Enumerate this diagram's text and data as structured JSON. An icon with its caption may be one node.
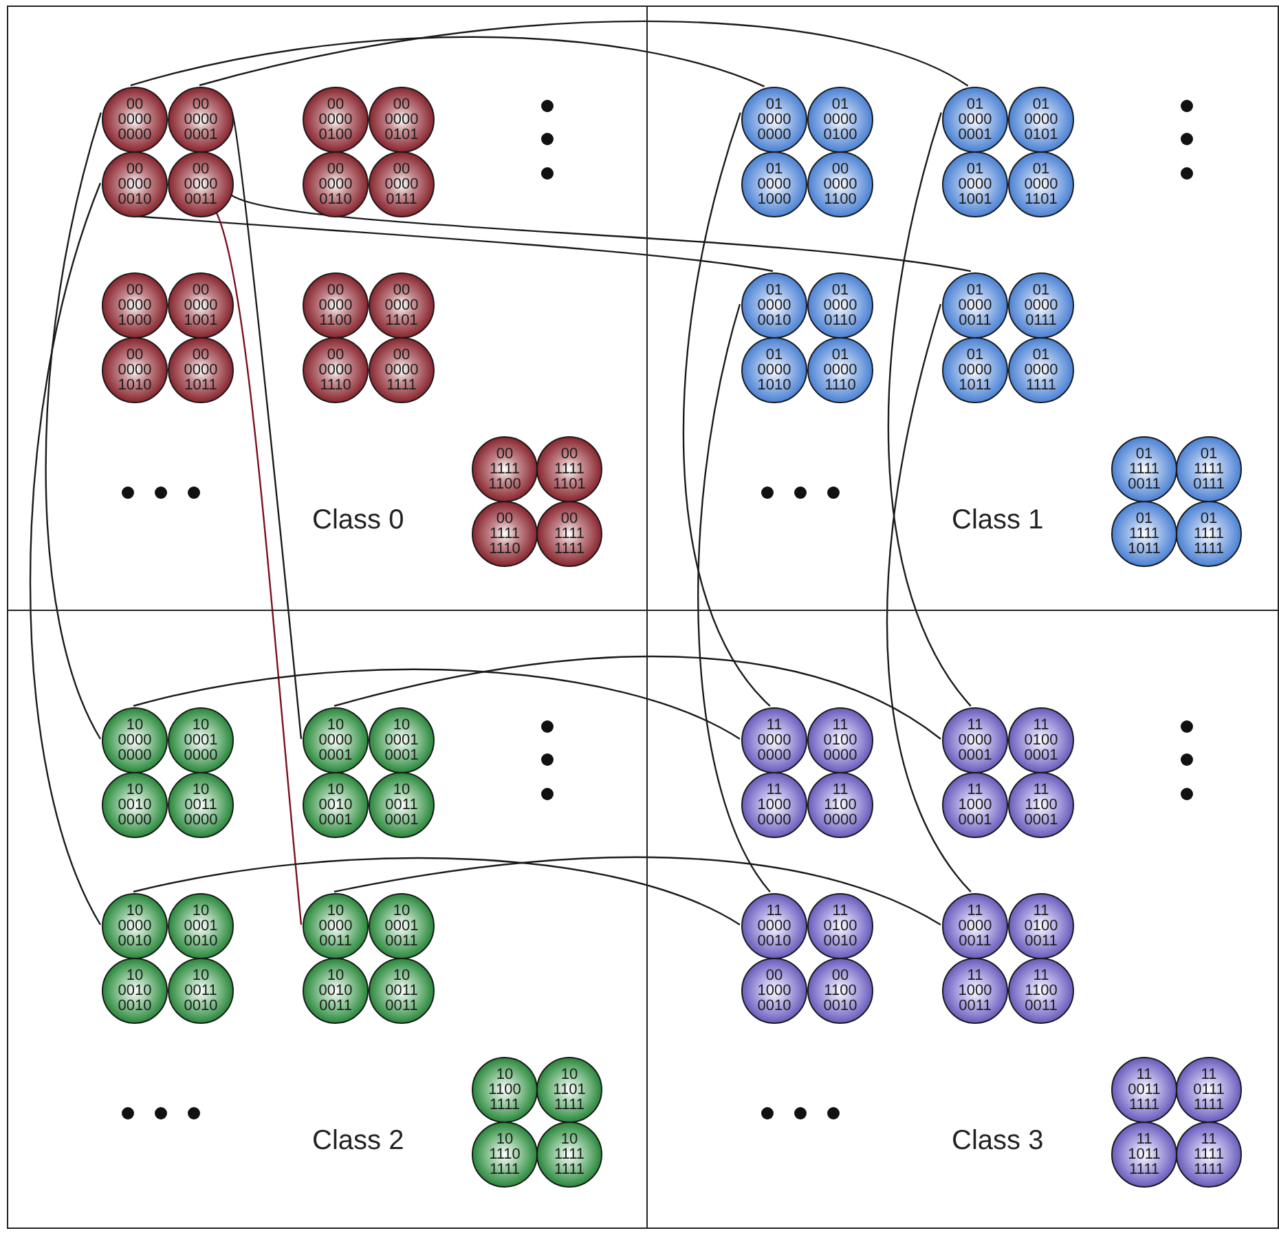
{
  "diagram": {
    "nodes": [
      {
        "text": [
          "Class 0"
        ]
      },
      {
        "text": [
          "00 0000 0000"
        ],
        "in": 0
      },
      {
        "text": [
          "00 0000 0001"
        ],
        "in": 0
      },
      {
        "text": [
          "00 0000 0010"
        ],
        "in": 0
      },
      {
        "text": [
          "00 0000 0011"
        ],
        "in": 0
      },
      {
        "text": [
          "00 0000 0100"
        ],
        "in": 0
      },
      {
        "text": [
          "00 0000 0101"
        ],
        "in": 0
      },
      {
        "text": [
          "00 0000 0110"
        ],
        "in": 0
      },
      {
        "text": [
          "00 0000 0111"
        ],
        "in": 0
      },
      {
        "text": [
          "00 0000 1000"
        ],
        "in": 0
      },
      {
        "text": [
          "00 0000 1001"
        ],
        "in": 0
      },
      {
        "text": [
          "00 0000 1010"
        ],
        "in": 0
      },
      {
        "text": [
          "00 0000 1011"
        ],
        "in": 0
      },
      {
        "text": [
          "00 0000 1100"
        ],
        "in": 0
      },
      {
        "text": [
          "00 0000 1101"
        ],
        "in": 0
      },
      {
        "text": [
          "00 0000 1110"
        ],
        "in": 0
      },
      {
        "text": [
          "00 0000 1111"
        ],
        "in": 0
      },
      {
        "text": [
          "00 1111 1100"
        ],
        "in": 0
      },
      {
        "text": [
          "00 1111 1101"
        ],
        "in": 0
      },
      {
        "text": [
          "00 1111 1110"
        ],
        "in": 0
      },
      {
        "text": [
          "00 1111 1111"
        ],
        "in": 0
      },
      {
        "text": [
          "Class 1"
        ]
      },
      {
        "text": [
          "01 0000 0000"
        ],
        "in": 21
      },
      {
        "text": [
          "01 0000 0100"
        ],
        "in": 21
      },
      {
        "text": [
          "01 0000 1000"
        ],
        "in": 21
      },
      {
        "text": [
          "00 0000 1100"
        ],
        "in": 21
      },
      {
        "text": [
          "01 0000 0001"
        ],
        "in": 21
      },
      {
        "text": [
          "01 0000 0101"
        ],
        "in": 21
      },
      {
        "text": [
          "01 0000 1001"
        ],
        "in": 21
      },
      {
        "text": [
          "01 0000 1101"
        ],
        "in": 21
      },
      {
        "text": [
          "01 0000 0010"
        ],
        "in": 21
      },
      {
        "text": [
          "01 0000 0110"
        ],
        "in": 21
      },
      {
        "text": [
          "01 0000 1010"
        ],
        "in": 21
      },
      {
        "text": [
          "01 0000 1110"
        ],
        "in": 21
      },
      {
        "text": [
          "01 0000 0011"
        ],
        "in": 21
      },
      {
        "text": [
          "01 0000 0111"
        ],
        "in": 21
      },
      {
        "text": [
          "01 0000 1011"
        ],
        "in": 21
      },
      {
        "text": [
          "01 0000 1111"
        ],
        "in": 21
      },
      {
        "text": [
          "01 1111 0011"
        ],
        "in": 21
      },
      {
        "text": [
          "01 1111 0111"
        ],
        "in": 21
      },
      {
        "text": [
          "01 1111 1011"
        ],
        "in": 21
      },
      {
        "text": [
          "01 1111 1111"
        ],
        "in": 21
      },
      {
        "text": [
          "Class 2"
        ]
      },
      {
        "text": [
          "10 0000 0000"
        ],
        "in": 42
      },
      {
        "text": [
          "10 0001 0000"
        ],
        "in": 42
      },
      {
        "text": [
          "10 0010 0000"
        ],
        "in": 42
      },
      {
        "text": [
          "10 0011 0000"
        ],
        "in": 42
      },
      {
        "text": [
          "10 0000 0001"
        ],
        "in": 42
      },
      {
        "text": [
          "10 0001 0001"
        ],
        "in": 42
      },
      {
        "text": [
          "10 0010 0001"
        ],
        "in": 42
      },
      {
        "text": [
          "10 0011 0001"
        ],
        "in": 42
      },
      {
        "text": [
          "10 0000 0010"
        ],
        "in": 42
      },
      {
        "text": [
          "10 0001 0010"
        ],
        "in": 42
      },
      {
        "text": [
          "10 0010 0010"
        ],
        "in": 42
      },
      {
        "text": [
          "10 0011 0010"
        ],
        "in": 42
      },
      {
        "text": [
          "10 0000 0011"
        ],
        "in": 42
      },
      {
        "text": [
          "10 0001 0011"
        ],
        "in": 42
      },
      {
        "text": [
          "10 0010 0011"
        ],
        "in": 42
      },
      {
        "text": [
          "10 0011 0011"
        ],
        "in": 42
      },
      {
        "text": [
          "10 1100 1111"
        ],
        "in": 42
      },
      {
        "text": [
          "10 1101 1111"
        ],
        "in": 42
      },
      {
        "text": [
          "10 1110 1111"
        ],
        "in": 42
      },
      {
        "text": [
          "10 1111 1111"
        ],
        "in": 42
      },
      {
        "text": [
          "Class 3"
        ]
      },
      {
        "text": [
          "11 0000 0000"
        ],
        "in": 63
      },
      {
        "text": [
          "11 0100 0000"
        ],
        "in": 63
      },
      {
        "text": [
          "11 1000 0000"
        ],
        "in": 63
      },
      {
        "text": [
          "11 1100 0000"
        ],
        "in": 63
      },
      {
        "text": [
          "11 0000 0001"
        ],
        "in": 63
      },
      {
        "text": [
          "11 0100 0001"
        ],
        "in": 63
      },
      {
        "text": [
          "11 1000 0001"
        ],
        "in": 63
      },
      {
        "text": [
          "11 1100 0001"
        ],
        "in": 63
      },
      {
        "text": [
          "11 0000 0010"
        ],
        "in": 63
      },
      {
        "text": [
          "11 0100 0010"
        ],
        "in": 63
      },
      {
        "text": [
          "00 1000 0010"
        ],
        "in": 63
      },
      {
        "text": [
          "00 1100 0010"
        ],
        "in": 63
      },
      {
        "text": [
          "11 0000 0011"
        ],
        "in": 63
      },
      {
        "text": [
          "11 0100 0011"
        ],
        "in": 63
      },
      {
        "text": [
          "11 1000 0011"
        ],
        "in": 63
      },
      {
        "text": [
          "11 1100 0011"
        ],
        "in": 63
      },
      {
        "text": [
          "11 0011 1111"
        ],
        "in": 63
      },
      {
        "text": [
          "11 0111 1111"
        ],
        "in": 63
      },
      {
        "text": [
          "11 1011 1111"
        ],
        "in": 63
      },
      {
        "text": [
          "11 1111 1111"
        ],
        "in": 63
      }
    ],
    "edges": [
      {
        "from": 1,
        "to": 22,
        "arrow": "none"
      },
      {
        "from": 2,
        "to": 26,
        "arrow": "none"
      },
      {
        "from": 3,
        "to": 30,
        "arrow": "none"
      },
      {
        "from": 4,
        "to": 34,
        "arrow": "none"
      },
      {
        "from": 1,
        "to": 43,
        "arrow": "none"
      },
      {
        "from": 3,
        "to": 51,
        "arrow": "none"
      },
      {
        "from": 2,
        "to": 47,
        "arrow": "none"
      },
      {
        "from": 4,
        "to": 55,
        "arrow": "none",
        "color": "#7a1020"
      },
      {
        "from": 22,
        "to": 64,
        "arrow": "none"
      },
      {
        "from": 30,
        "to": 72,
        "arrow": "none"
      },
      {
        "from": 26,
        "to": 68,
        "arrow": "none"
      },
      {
        "from": 34,
        "to": 76,
        "arrow": "none"
      },
      {
        "from": 43,
        "to": 64,
        "arrow": "none"
      },
      {
        "from": 47,
        "to": 68,
        "arrow": "none"
      },
      {
        "from": 51,
        "to": 72,
        "arrow": "none"
      },
      {
        "from": 55,
        "to": 76,
        "arrow": "none"
      }
    ]
  }
}
